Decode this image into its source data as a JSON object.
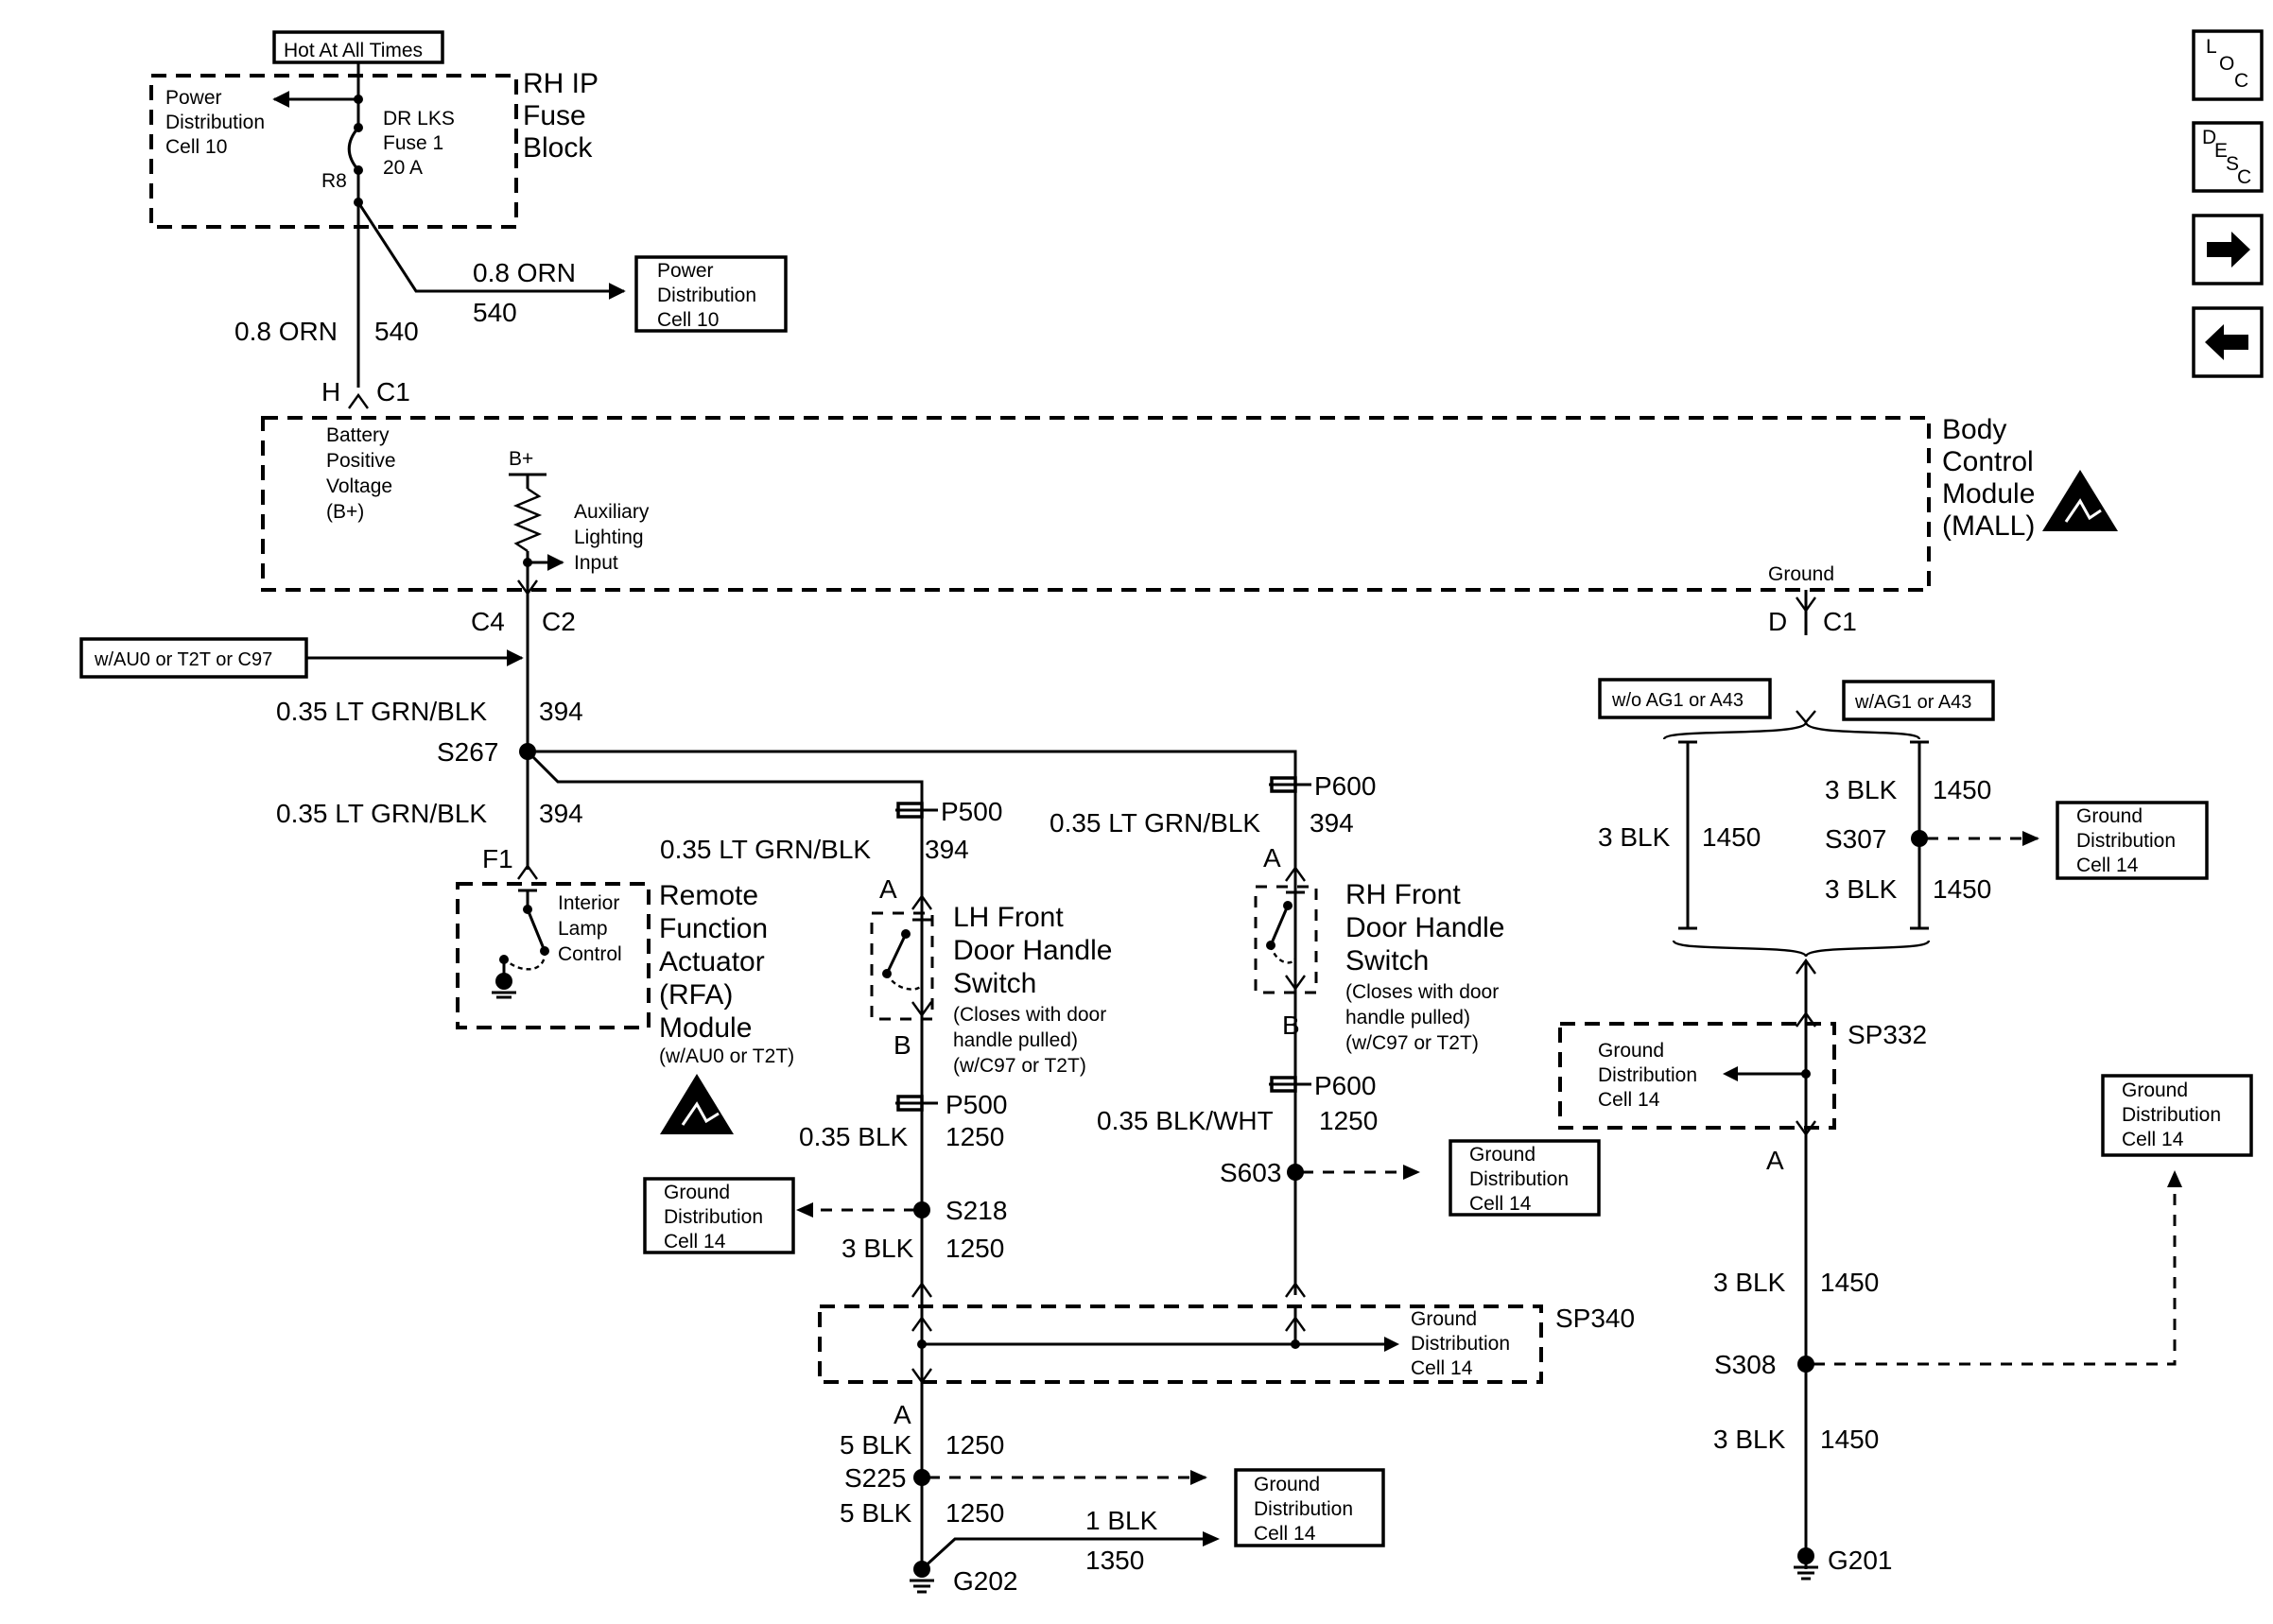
{
  "fuse_block": {
    "condition": "Hot At All Times",
    "title": [
      "RH IP",
      "Fuse",
      "Block"
    ],
    "fuse": [
      "DR LKS",
      "Fuse 1",
      "20 A"
    ],
    "terminal": "R8",
    "pd_ref": [
      "Power",
      "Distribution",
      "Cell 10"
    ]
  },
  "pd_box": [
    "Power",
    "Distribution",
    "Cell 10"
  ],
  "wire_540": {
    "size_color": "0.8 ORN",
    "circuit": "540"
  },
  "bcm": {
    "title": [
      "Body",
      "Control",
      "Module",
      "(MALL)"
    ],
    "bplus_label": [
      "Battery",
      "Positive",
      "Voltage",
      "(B+)"
    ],
    "bplus": "B+",
    "aux": [
      "Auxiliary",
      "Lighting",
      "Input"
    ],
    "ground": "Ground",
    "conn_top_pin": "H",
    "conn_top": "C1",
    "conn_c4": "C4",
    "conn_c2": "C2",
    "conn_d": "D",
    "conn_c1": "C1"
  },
  "option_note": "w/AU0 or T2T or C97",
  "wire_394": {
    "size_color": "0.35 LT GRN/BLK",
    "circuit": "394"
  },
  "splices": {
    "s267": "S267",
    "s218": "S218",
    "s225": "S225",
    "s603": "S603",
    "s307": "S307",
    "s308": "S308"
  },
  "connectors": {
    "f1": "F1",
    "p500": "P500",
    "p600": "P600",
    "a": "A",
    "b": "B",
    "sp340": "SP340",
    "sp332": "SP332"
  },
  "rfa": {
    "title": [
      "Remote",
      "Function",
      "Actuator",
      "(RFA)",
      "Module"
    ],
    "note": "(w/AU0 or T2T)",
    "switch": [
      "Interior",
      "Lamp",
      "Control"
    ]
  },
  "lh_switch": {
    "title": [
      "LH Front",
      "Door Handle",
      "Switch"
    ],
    "note": [
      "(Closes with door",
      "handle pulled)",
      "(w/C97 or T2T)"
    ]
  },
  "rh_switch": {
    "title": [
      "RH Front",
      "Door Handle",
      "Switch"
    ],
    "note": [
      "(Closes with door",
      "handle pulled)",
      "(w/C97 or T2T)"
    ]
  },
  "wires": {
    "blk035": "0.35 BLK",
    "blkwht035": "0.35 BLK/WHT",
    "blk3": "3 BLK",
    "blk5": "5 BLK",
    "blk1": "1 BLK",
    "c1250": "1250",
    "c1350": "1350",
    "c1450": "1450"
  },
  "grounds": {
    "g202": "G202",
    "g201": "G201"
  },
  "gd_ref": [
    "Ground",
    "Distribution",
    "Cell 14"
  ],
  "options": {
    "wo_ag1": "w/o AG1 or A43",
    "w_ag1": "w/AG1 or A43"
  },
  "nav": {
    "loc": [
      "L",
      "O",
      "C"
    ],
    "desc": [
      "D",
      "E",
      "S",
      "C"
    ],
    "next": "next-arrow-icon",
    "prev": "prev-arrow-icon"
  }
}
